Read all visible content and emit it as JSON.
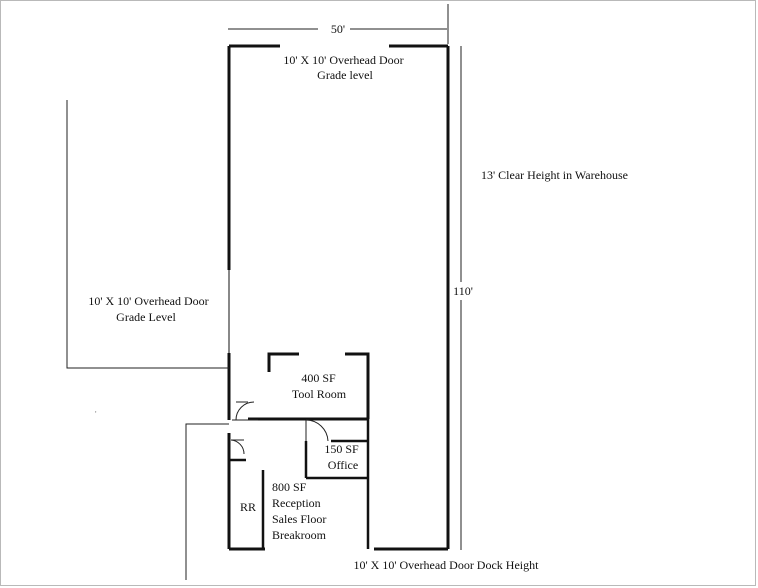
{
  "plan": {
    "width_dim": "50'",
    "length_dim": "110'",
    "clear_height": "13' Clear Height in Warehouse",
    "top_door": [
      "10' X 10' Overhead Door",
      "Grade level"
    ],
    "left_door": [
      "10' X 10' Overhead Door",
      "Grade Level"
    ],
    "bottom_door": "10' X 10' Overhead Door Dock Height",
    "tool_room": [
      "400 SF",
      "Tool Room"
    ],
    "office": [
      "150 SF",
      "Office"
    ],
    "reception": [
      "800 SF",
      "Reception",
      "Sales Floor",
      "Breakroom"
    ],
    "restroom": "RR"
  }
}
